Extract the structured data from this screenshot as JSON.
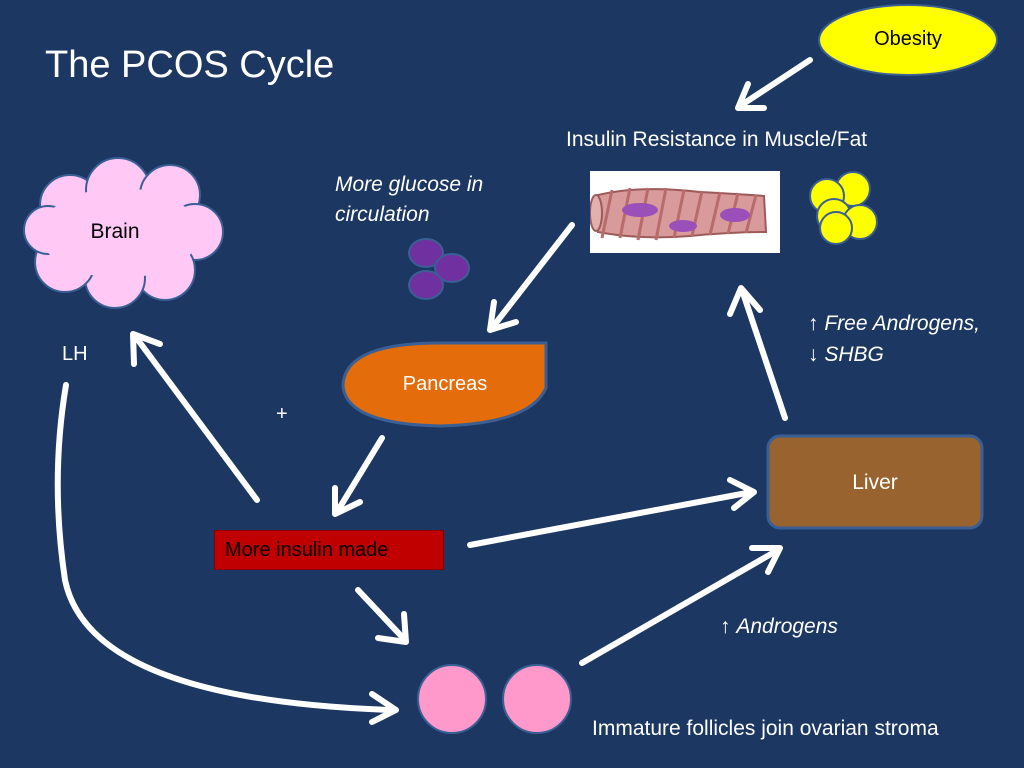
{
  "title": "The PCOS Cycle",
  "nodes": {
    "obesity": "Obesity",
    "brain": "Brain",
    "pancreas": "Pancreas",
    "liver": "Liver",
    "insulin_made": "More insulin made"
  },
  "labels": {
    "insulin_resistance": "Insulin Resistance in Muscle/Fat",
    "glucose": "More glucose in circulation",
    "lh": "LH",
    "plus": "+",
    "free_androgens_arrow": "↑",
    "free_androgens": "Free Androgens,",
    "shbg_arrow": "↓",
    "shbg": "SHBG",
    "androgens_arrow": "↑",
    "androgens": "Androgens",
    "follicles": "Immature follicles join ovarian stroma"
  },
  "colors": {
    "background": "#1c3761",
    "obesity": "#ffff00",
    "brain": "#ffc8f5",
    "pancreas": "#e46c0a",
    "liver": "#98632e",
    "insulin_box": "#c00000",
    "follicle": "#ff99cc",
    "glucose": "#7030a0",
    "fat_cell": "#ffff00",
    "arrow": "#ffffff"
  },
  "icons": [
    "brain-cloud",
    "muscle-fiber-image",
    "fat-cells",
    "glucose-molecules",
    "follicles"
  ]
}
